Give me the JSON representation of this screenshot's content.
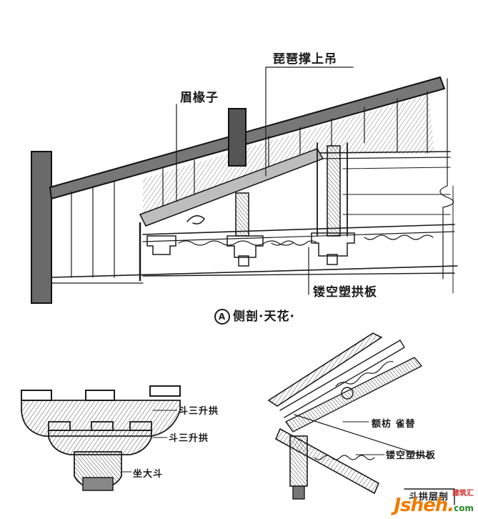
{
  "labels": {
    "top_title": "琵琶撑上吊",
    "left_title": "眉椽子",
    "caption_circle": "A",
    "caption_text": "侧剖·天花·",
    "right_mid": "镂空塑拱板",
    "bracket_top": "斗三升拱",
    "bracket_mid": "斗三升拱",
    "bracket_base": "坐大斗",
    "detail_1": "额枋 雀替",
    "detail_2": "镂空塑拱板",
    "detail_box": "斗拱层剖"
  },
  "watermark": {
    "brand": "Jsheh.",
    "domain": "com",
    "cn": "建筑汇"
  },
  "colors": {
    "ink": "#1a1a1a",
    "wall_shade": "#6a6a6a",
    "watermark_orange": "#f07c00",
    "watermark_green": "#2a8a2a",
    "watermark_red": "#d0302b"
  }
}
